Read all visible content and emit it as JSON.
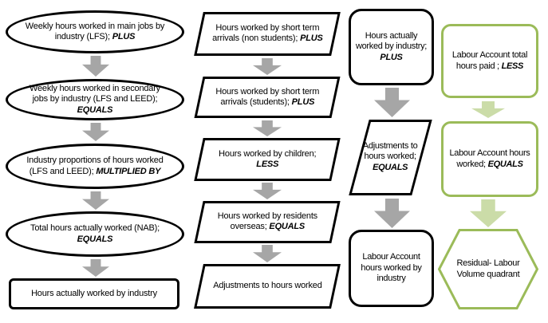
{
  "colors": {
    "node_border": "#000000",
    "gray_arrow": "#a6a6a6",
    "green_border": "#9bbb59",
    "green_arrow": "#cbdca8"
  },
  "lfs_column": {
    "steps": [
      {
        "label": "Weekly hours worked in main jobs by industry (LFS);",
        "operator": "PLUS"
      },
      {
        "label": "Weekly hours worked in secondary jobs by industry (LFS and LEED);",
        "operator": "EQUALS"
      },
      {
        "label": "Industry proportions of hours worked (LFS and LEED);",
        "operator": "MULTIPLIED BY"
      },
      {
        "label": "Total hours actually worked (NAB);",
        "operator": "EQUALS"
      },
      {
        "label": "Hours actually worked by industry",
        "operator": ""
      }
    ]
  },
  "arrivals_column": {
    "steps": [
      {
        "label": "Hours worked by short term arrivals (non students);",
        "operator": "PLUS"
      },
      {
        "label": "Hours worked by short term arrivals (students);",
        "operator": "PLUS"
      },
      {
        "label": "Hours worked by children;",
        "operator": "LESS"
      },
      {
        "label": "Hours worked by residents overseas;",
        "operator": "EQUALS"
      },
      {
        "label": "Adjustments to hours worked",
        "operator": ""
      }
    ]
  },
  "labour_account_build_column": {
    "steps": [
      {
        "label": "Hours actually worked by industry;",
        "operator": "PLUS"
      },
      {
        "label": "Adjustments to hours worked;",
        "operator": "EQUALS"
      },
      {
        "label": "Labour Account hours worked by industry",
        "operator": ""
      }
    ]
  },
  "residual_column": {
    "steps": [
      {
        "label": "Labour Account total hours paid ;",
        "operator": "LESS"
      },
      {
        "label": "Labour Account hours worked;",
        "operator": "EQUALS"
      },
      {
        "label": "Residual- Labour Volume quadrant",
        "operator": ""
      }
    ]
  }
}
